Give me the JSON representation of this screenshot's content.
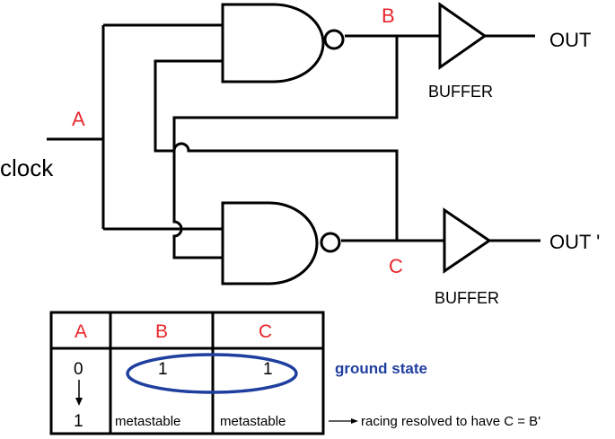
{
  "labels": {
    "node_a": "A",
    "node_b": "B",
    "node_c": "C",
    "clock": "clock",
    "out": "OUT",
    "out_prime": "OUT '",
    "buffer_top": "BUFFER",
    "buffer_bottom": "BUFFER"
  },
  "table": {
    "headers": [
      "A",
      "B",
      "C"
    ],
    "rows": [
      {
        "a": "0",
        "b": "1",
        "c": "1"
      },
      {
        "a": "1",
        "b": "metastable",
        "c": "metastable"
      }
    ]
  },
  "annotations": {
    "ground_state": "ground state",
    "racing": "racing resolved to have C = B'"
  },
  "colors": {
    "label_red": "#e8262b",
    "highlight_blue": "#1f3f9f",
    "wire": "#000000"
  }
}
